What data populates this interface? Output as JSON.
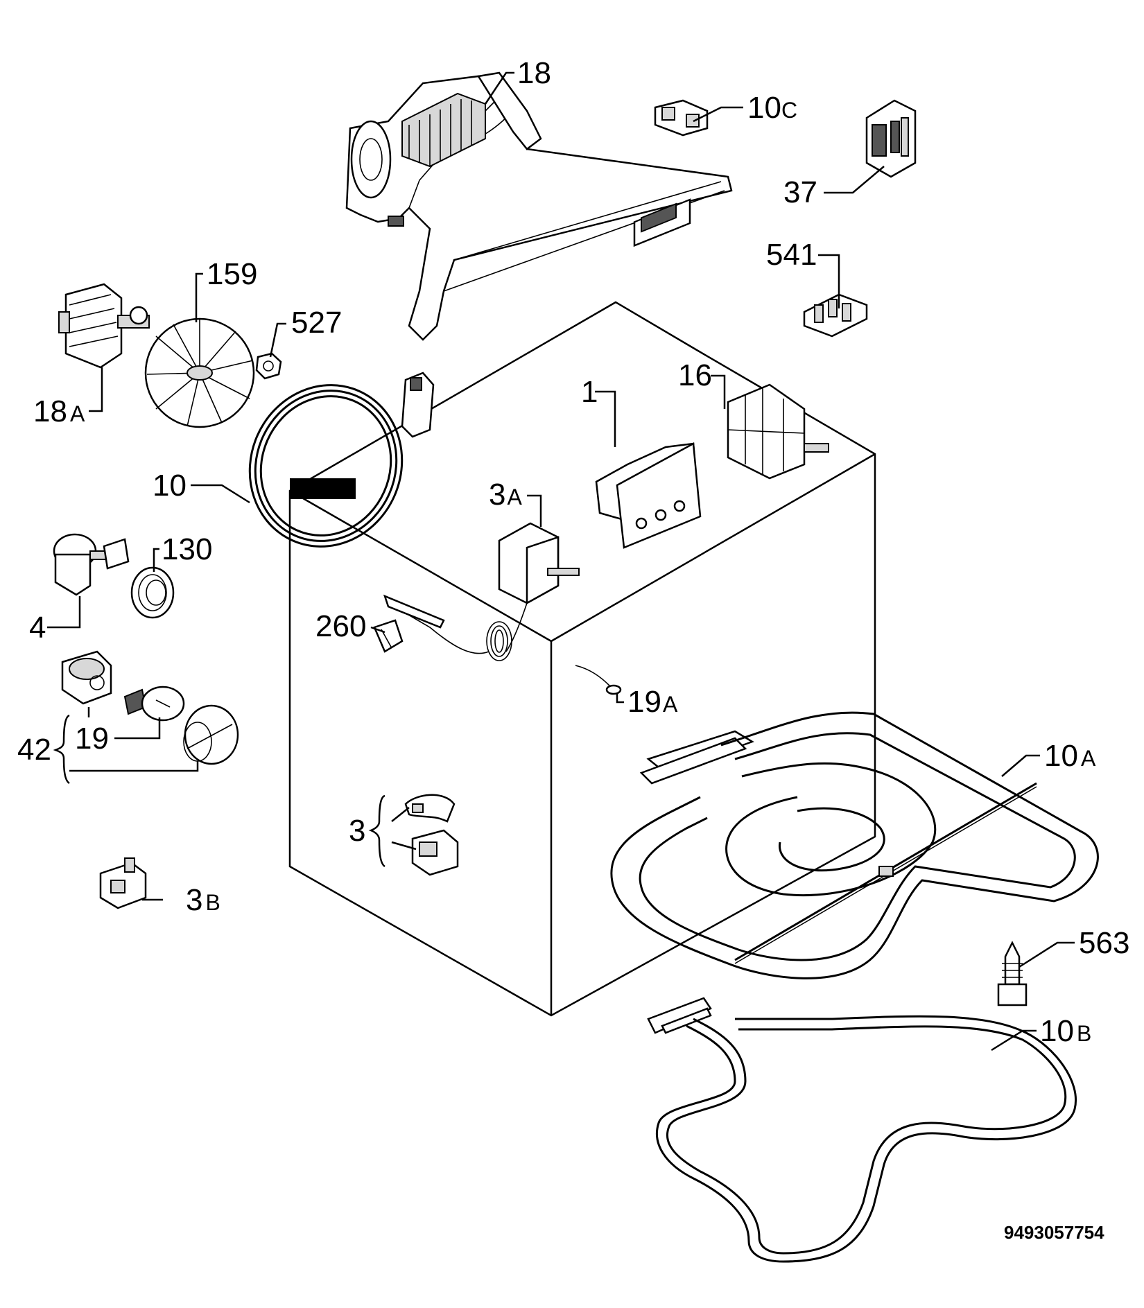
{
  "callouts": {
    "p18": "18",
    "p10c_num": "10",
    "p10c_suf": "C",
    "p37": "37",
    "p541": "541",
    "p159": "159",
    "p527": "527",
    "p18a_num": "18",
    "p18a_suf": "A",
    "p1": "1",
    "p16": "16",
    "p10": "10",
    "p3a_num": "3",
    "p3a_suf": "A",
    "p130": "130",
    "p4": "4",
    "p260": "260",
    "p19a_num": "19",
    "p19a_suf": "A",
    "p42": "42",
    "p19": "19",
    "p10a_num": "10",
    "p10a_suf": "A",
    "p3": "3",
    "p3b_num": "3",
    "p3b_suf": "B",
    "p563": "563",
    "p10b_num": "10",
    "p10b_suf": "B"
  },
  "document_number": "9493057754"
}
